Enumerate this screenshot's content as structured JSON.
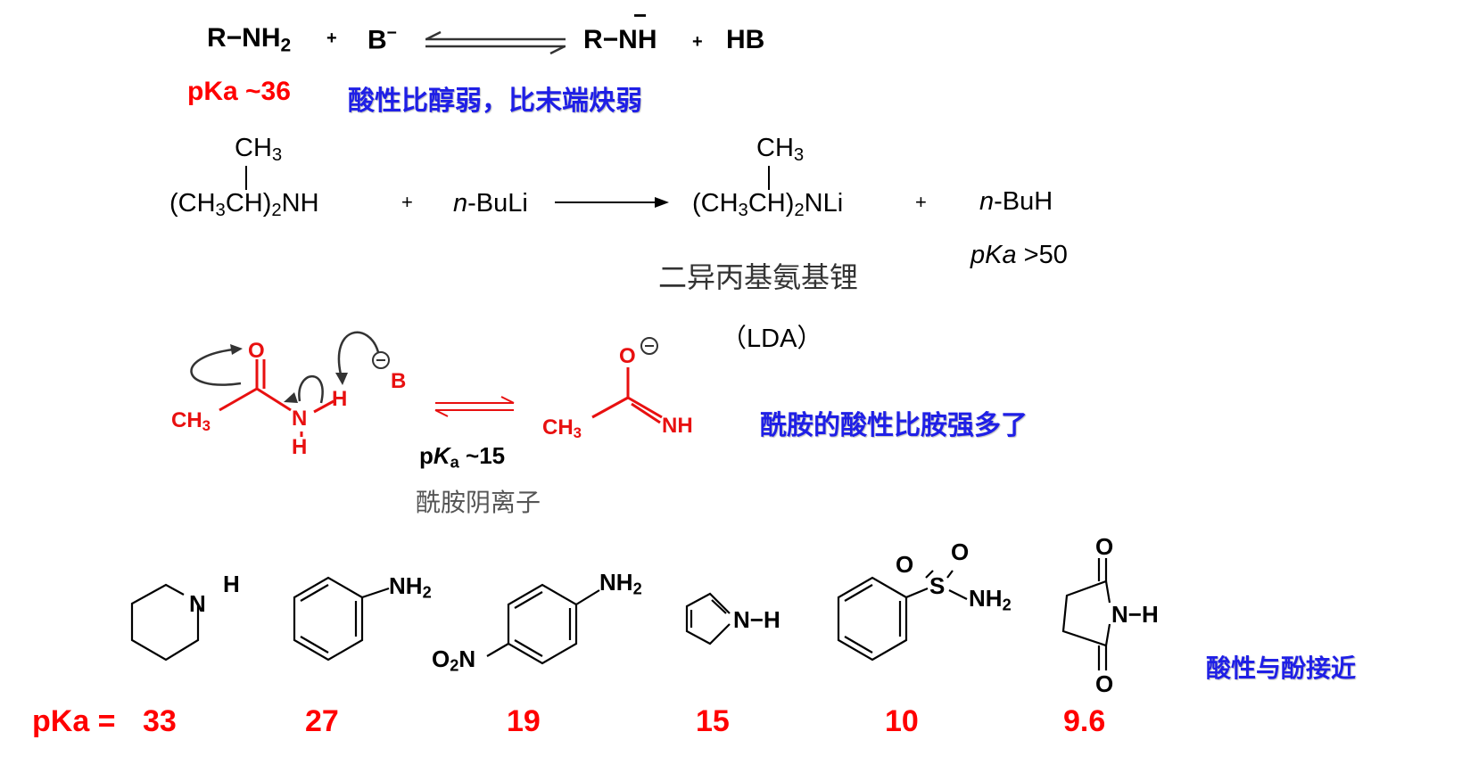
{
  "reaction1": {
    "reactant": "R−NH",
    "reactant_sub": "2",
    "plus1": "+",
    "base": "B",
    "base_charge": "−",
    "product": "R−NH",
    "product_charge": "−",
    "plus2": "+",
    "coproduct": "HB",
    "pka": "pKa ~36",
    "note": "酸性比醇弱，比末端炔弱"
  },
  "reaction2": {
    "amine_top": "CH",
    "amine_top_sub": "3",
    "amine_a": "(CH",
    "amine_sub1": "3",
    "amine_b": "CH)",
    "amine_sub2": "2",
    "amine_c": "NH",
    "plus1": "+",
    "reagent_prefix": "n",
    "reagent_rest": "-BuLi",
    "product_top": "CH",
    "product_top_sub": "3",
    "product_a": "(CH",
    "product_sub1": "3",
    "product_b": "CH)",
    "product_sub2": "2",
    "product_c": "NLi",
    "plus2": "+",
    "byproduct_prefix": "n",
    "byproduct_rest": "-BuH",
    "byproduct_pka_label": "pKa",
    "byproduct_pka_value": " >50",
    "product_name": "二异丙基氨基锂",
    "product_abbr": "（LDA）"
  },
  "reaction3": {
    "o_label": "O",
    "ch3_label": "CH",
    "ch3_sub": "3",
    "n_label": "N",
    "h_label": "H",
    "h_lower": "H",
    "base_label": "B",
    "minus_sign": "−",
    "prod_o_label": "O",
    "prod_ch3": "CH",
    "prod_ch3_sub": "3",
    "prod_nh": "NH",
    "pka_p": "p",
    "pka_k": "K",
    "pka_a": "a",
    "pka_rest": " ~15",
    "anion_name": "酰胺阴离子",
    "note": "酰胺的酸性比胺强多了"
  },
  "compounds": {
    "pka_prefix": "pKa =",
    "items": [
      {
        "name": "piperidine",
        "labels": [
          "N",
          "H"
        ],
        "pka": "33"
      },
      {
        "name": "aniline",
        "labels": [
          "NH",
          "2"
        ],
        "pka": "27"
      },
      {
        "name": "p-nitroaniline",
        "labels": [
          "NH",
          "2",
          "O",
          "2",
          "N"
        ],
        "pka": "19"
      },
      {
        "name": "pyrrole",
        "labels": [
          "N",
          "−H"
        ],
        "pka": "15"
      },
      {
        "name": "benzenesulfonamide",
        "labels": [
          "O",
          "O",
          "S",
          "NH",
          "2"
        ],
        "pka": "10"
      },
      {
        "name": "succinimide",
        "labels": [
          "O",
          "O",
          "N",
          "−H"
        ],
        "pka": "9.6"
      }
    ],
    "note": "酸性与酚接近"
  },
  "colors": {
    "red": "#ff0000",
    "blue": "#1f1fe6",
    "arrow": "#333333"
  }
}
